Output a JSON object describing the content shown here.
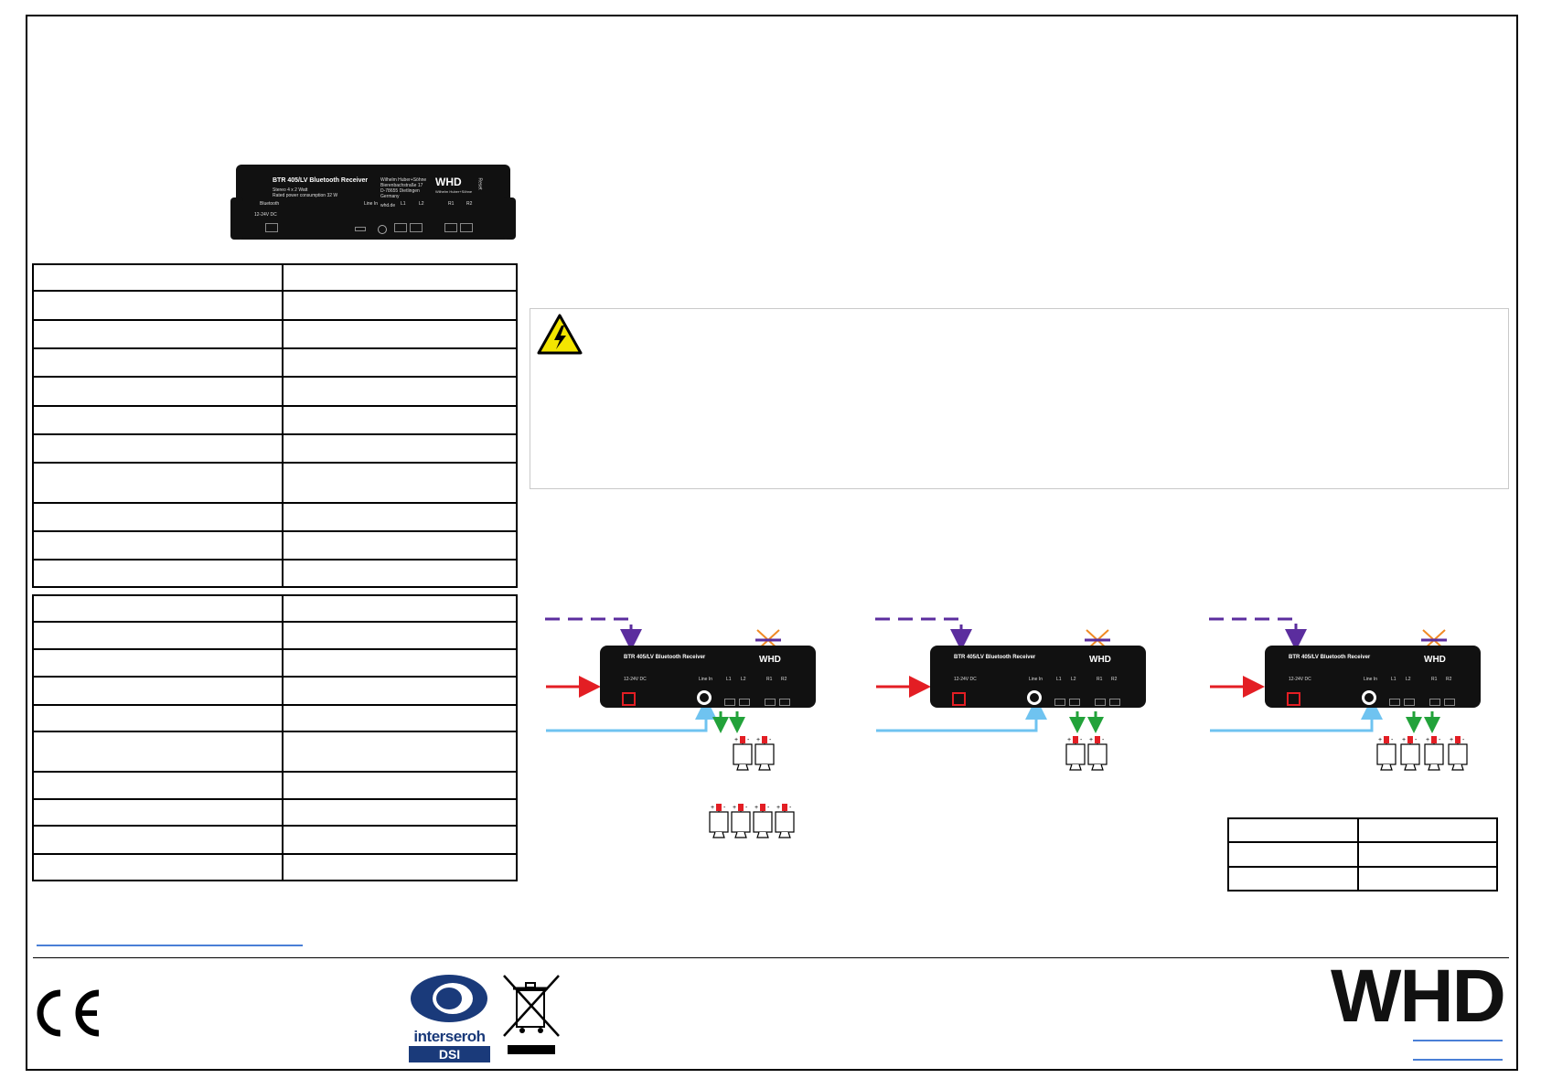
{
  "product_photo": {
    "model_label": "BTR 405/LV Bluetooth Receiver",
    "line2": "Stereo 4 x 2 Watt",
    "line3": "Rated power consumption 32 W",
    "bluetooth_label": "Bluetooth",
    "voltage_label": "12-24V DC",
    "address_lines": [
      "Wilhelm Huber+Söhne",
      "Bierenbachstraße 17",
      "D-78655 Dietlingen",
      "Germany"
    ],
    "website": "whd.de",
    "brand": "WHD",
    "brand_sub": "Wilhelm Huber+Söhne",
    "port_labels": [
      "Line In",
      "L1",
      "L2",
      "R1",
      "R2"
    ],
    "side_label": "Reset"
  },
  "spec_table_1": {
    "rows": 11
  },
  "spec_table_2": {
    "rows": 10
  },
  "warning": {
    "icon": "high-voltage-warning-icon"
  },
  "diagrams": [
    {
      "device_label": "BTR 405/LV Bluetooth Receiver",
      "voltage": "12-24V DC",
      "ports": [
        "Line In",
        "L1",
        "L2",
        "R1",
        "R2"
      ],
      "brand": "WHD"
    },
    {
      "device_label": "BTR 405/LV Bluetooth Receiver",
      "voltage": "12-24V DC",
      "ports": [
        "Line In",
        "L1",
        "L2",
        "R1",
        "R2"
      ],
      "brand": "WHD"
    },
    {
      "device_label": "BTR 405/LV Bluetooth Receiver",
      "voltage": "12-24V DC",
      "ports": [
        "Line In",
        "L1",
        "L2",
        "R1",
        "R2"
      ],
      "brand": "WHD"
    }
  ],
  "mini_table": {
    "rows": 3
  },
  "footer": {
    "ce_mark": "CE",
    "interseroh_label": "interseroh",
    "dsi_label": "DSI",
    "brand_logo": "WHD",
    "colors": {
      "purple": "#5b2d9e",
      "red": "#e31e24",
      "blue": "#6fc3f0",
      "green": "#22a23a",
      "orange": "#f08a24"
    }
  }
}
